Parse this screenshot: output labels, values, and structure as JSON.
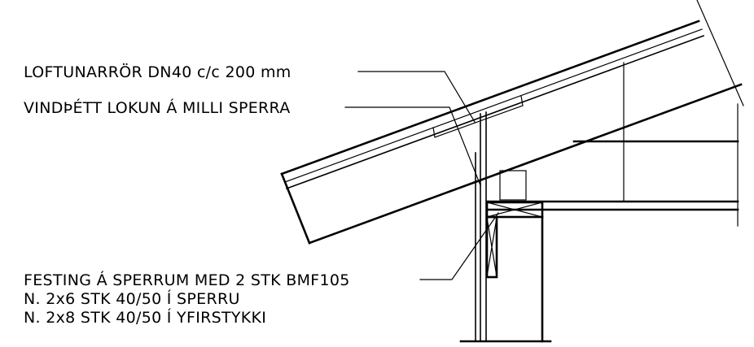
{
  "labels": {
    "ventilation_pipe": "LOFTUNARRÖR DN40 c/c 200 mm",
    "windproof_closure": "VINDÞÉTT LOKUN Á MILLI SPERRA",
    "fastening_line1": "FESTING Á SPERRUM MED 2 STK BMF105",
    "fastening_line2": "N. 2x6 STK 40/50 Í SPERRU",
    "fastening_line3": "N. 2x8 STK 40/50 Í YFIRSTYKKI"
  },
  "colors": {
    "ink": "#000000",
    "paper": "#ffffff"
  }
}
